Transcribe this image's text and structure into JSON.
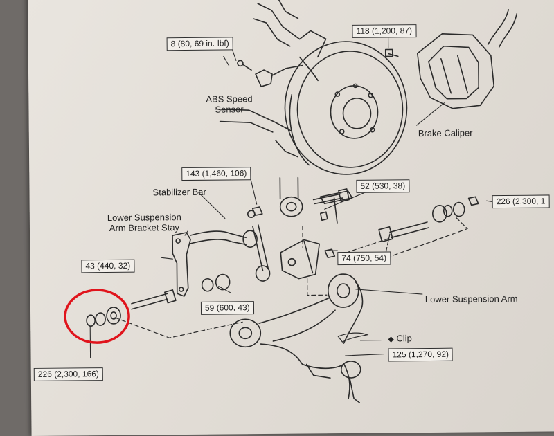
{
  "torque_specs": {
    "abs_sensor_bolt": "8 (80, 69 in.-lbf)",
    "caliper_bolt": "118 (1,200, 87)",
    "stabilizer_nut": "143 (1,460, 106)",
    "bolt_52": "52 (530, 38)",
    "rear_nut_right": "226 (2,300, 1",
    "bracket_stay_bolt": "43 (440, 32)",
    "bushing_59": "59 (600, 43)",
    "nut_74": "74 (750, 54)",
    "front_nut_226": "226 (2,300, 166)",
    "ball_joint_nut": "125 (1,270, 92)"
  },
  "labels": {
    "abs_speed_sensor_line1": "ABS Speed",
    "abs_speed_sensor_line2": "Sensor",
    "brake_caliper": "Brake Caliper",
    "stabilizer_bar": "Stabilizer Bar",
    "lower_suspension_arm_bracket_stay_line1": "Lower Suspension",
    "lower_suspension_arm_bracket_stay_line2": "Arm Bracket Stay",
    "lower_suspension_arm": "Lower Suspension Arm",
    "clip": "Clip",
    "clip_marker": "◆"
  },
  "colors": {
    "paper": "#e4e0d9",
    "ink": "#2b2b2b",
    "highlight_circle": "#e0141c"
  }
}
